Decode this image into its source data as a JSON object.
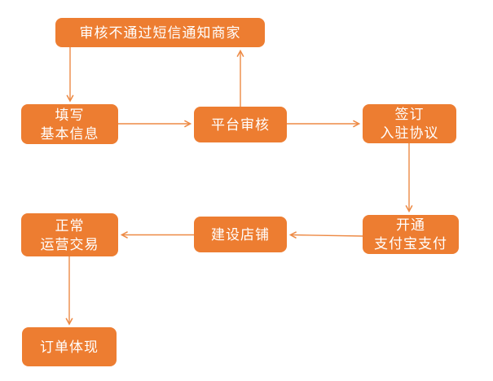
{
  "diagram": {
    "type": "flowchart",
    "colors": {
      "background": "#FFFFFF",
      "node_fill": "#ED7D31",
      "node_text": "#FFFFFF",
      "arrow": "#ED8A45"
    },
    "nodes": [
      {
        "id": "sms-notify",
        "lines": [
          "审核不通过短信通知商家"
        ]
      },
      {
        "id": "fill-basic-info",
        "lines": [
          "填写",
          "基本信息"
        ]
      },
      {
        "id": "platform-audit",
        "lines": [
          "平台审核"
        ]
      },
      {
        "id": "sign-agreement",
        "lines": [
          "签订",
          "入驻协议"
        ]
      },
      {
        "id": "open-alipay",
        "lines": [
          "开通",
          "支付宝支付"
        ]
      },
      {
        "id": "build-shop",
        "lines": [
          "建设店铺"
        ]
      },
      {
        "id": "normal-operation",
        "lines": [
          "正常",
          "运营交易"
        ]
      },
      {
        "id": "order-withdrawal",
        "lines": [
          "订单体现"
        ]
      }
    ],
    "edges": [
      {
        "from": "sms-notify",
        "to": "fill-basic-info",
        "direction": "down"
      },
      {
        "from": "fill-basic-info",
        "to": "platform-audit",
        "direction": "right"
      },
      {
        "from": "platform-audit",
        "to": "sms-notify",
        "direction": "up"
      },
      {
        "from": "platform-audit",
        "to": "sign-agreement",
        "direction": "right"
      },
      {
        "from": "sign-agreement",
        "to": "open-alipay",
        "direction": "down"
      },
      {
        "from": "open-alipay",
        "to": "build-shop",
        "direction": "left"
      },
      {
        "from": "build-shop",
        "to": "normal-operation",
        "direction": "left"
      },
      {
        "from": "normal-operation",
        "to": "order-withdrawal",
        "direction": "down"
      }
    ]
  }
}
